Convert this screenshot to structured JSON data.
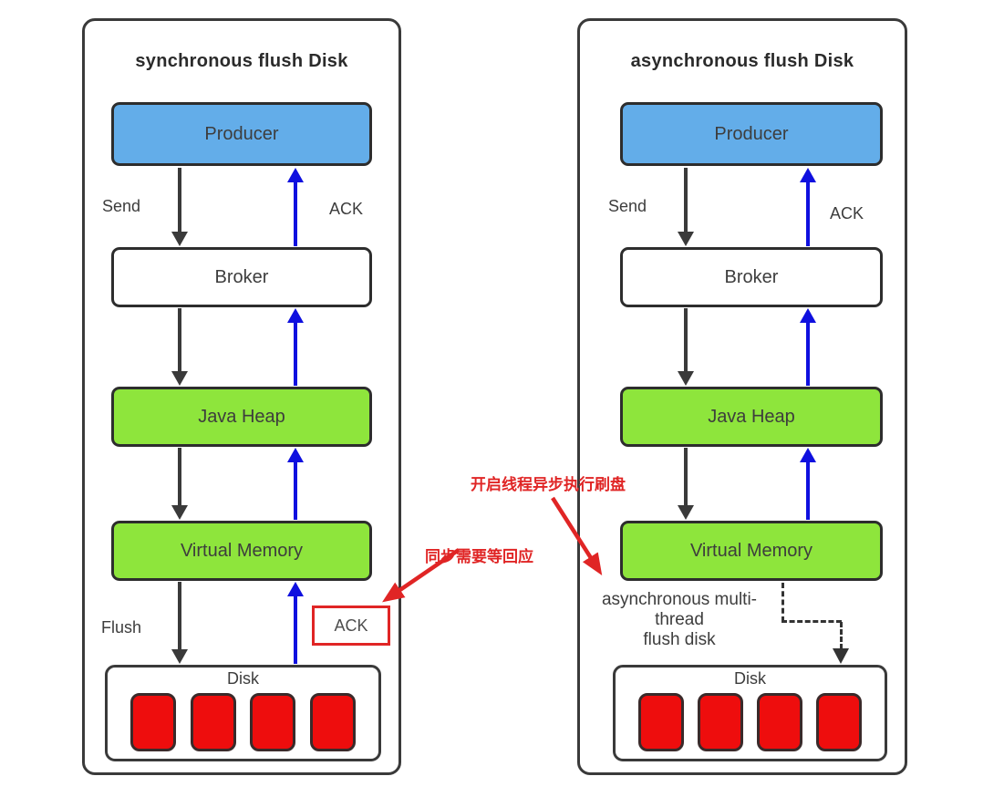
{
  "colors": {
    "producer_fill": "#63ADE9",
    "memory_fill": "#8EE53C",
    "disk_block_fill": "#EE0D0D",
    "ack_arrow_blue": "#0F10DF",
    "flow_arrow_black": "#3A3A3A",
    "annotation_red": "#E02525",
    "box_border": "#2D2D2D"
  },
  "left_panel": {
    "title": "synchronous flush Disk",
    "producer": "Producer",
    "broker": "Broker",
    "java_heap": "Java Heap",
    "virtual_memory": "Virtual Memory",
    "disk": "Disk",
    "send_label": "Send",
    "ack_label": "ACK",
    "flush_label": "Flush",
    "disk_ack_label": "ACK"
  },
  "right_panel": {
    "title": "asynchronous flush Disk",
    "producer": "Producer",
    "broker": "Broker",
    "java_heap": "Java Heap",
    "virtual_memory": "Virtual Memory",
    "disk": "Disk",
    "send_label": "Send",
    "ack_label": "ACK",
    "async_note_line1": "asynchronous multi-",
    "async_note_line2": "thread",
    "async_note_line3": "flush disk"
  },
  "annotations": {
    "sync_wait_note": "同步需要等回应",
    "async_thread_note": "开启线程异步执行刷盘"
  }
}
